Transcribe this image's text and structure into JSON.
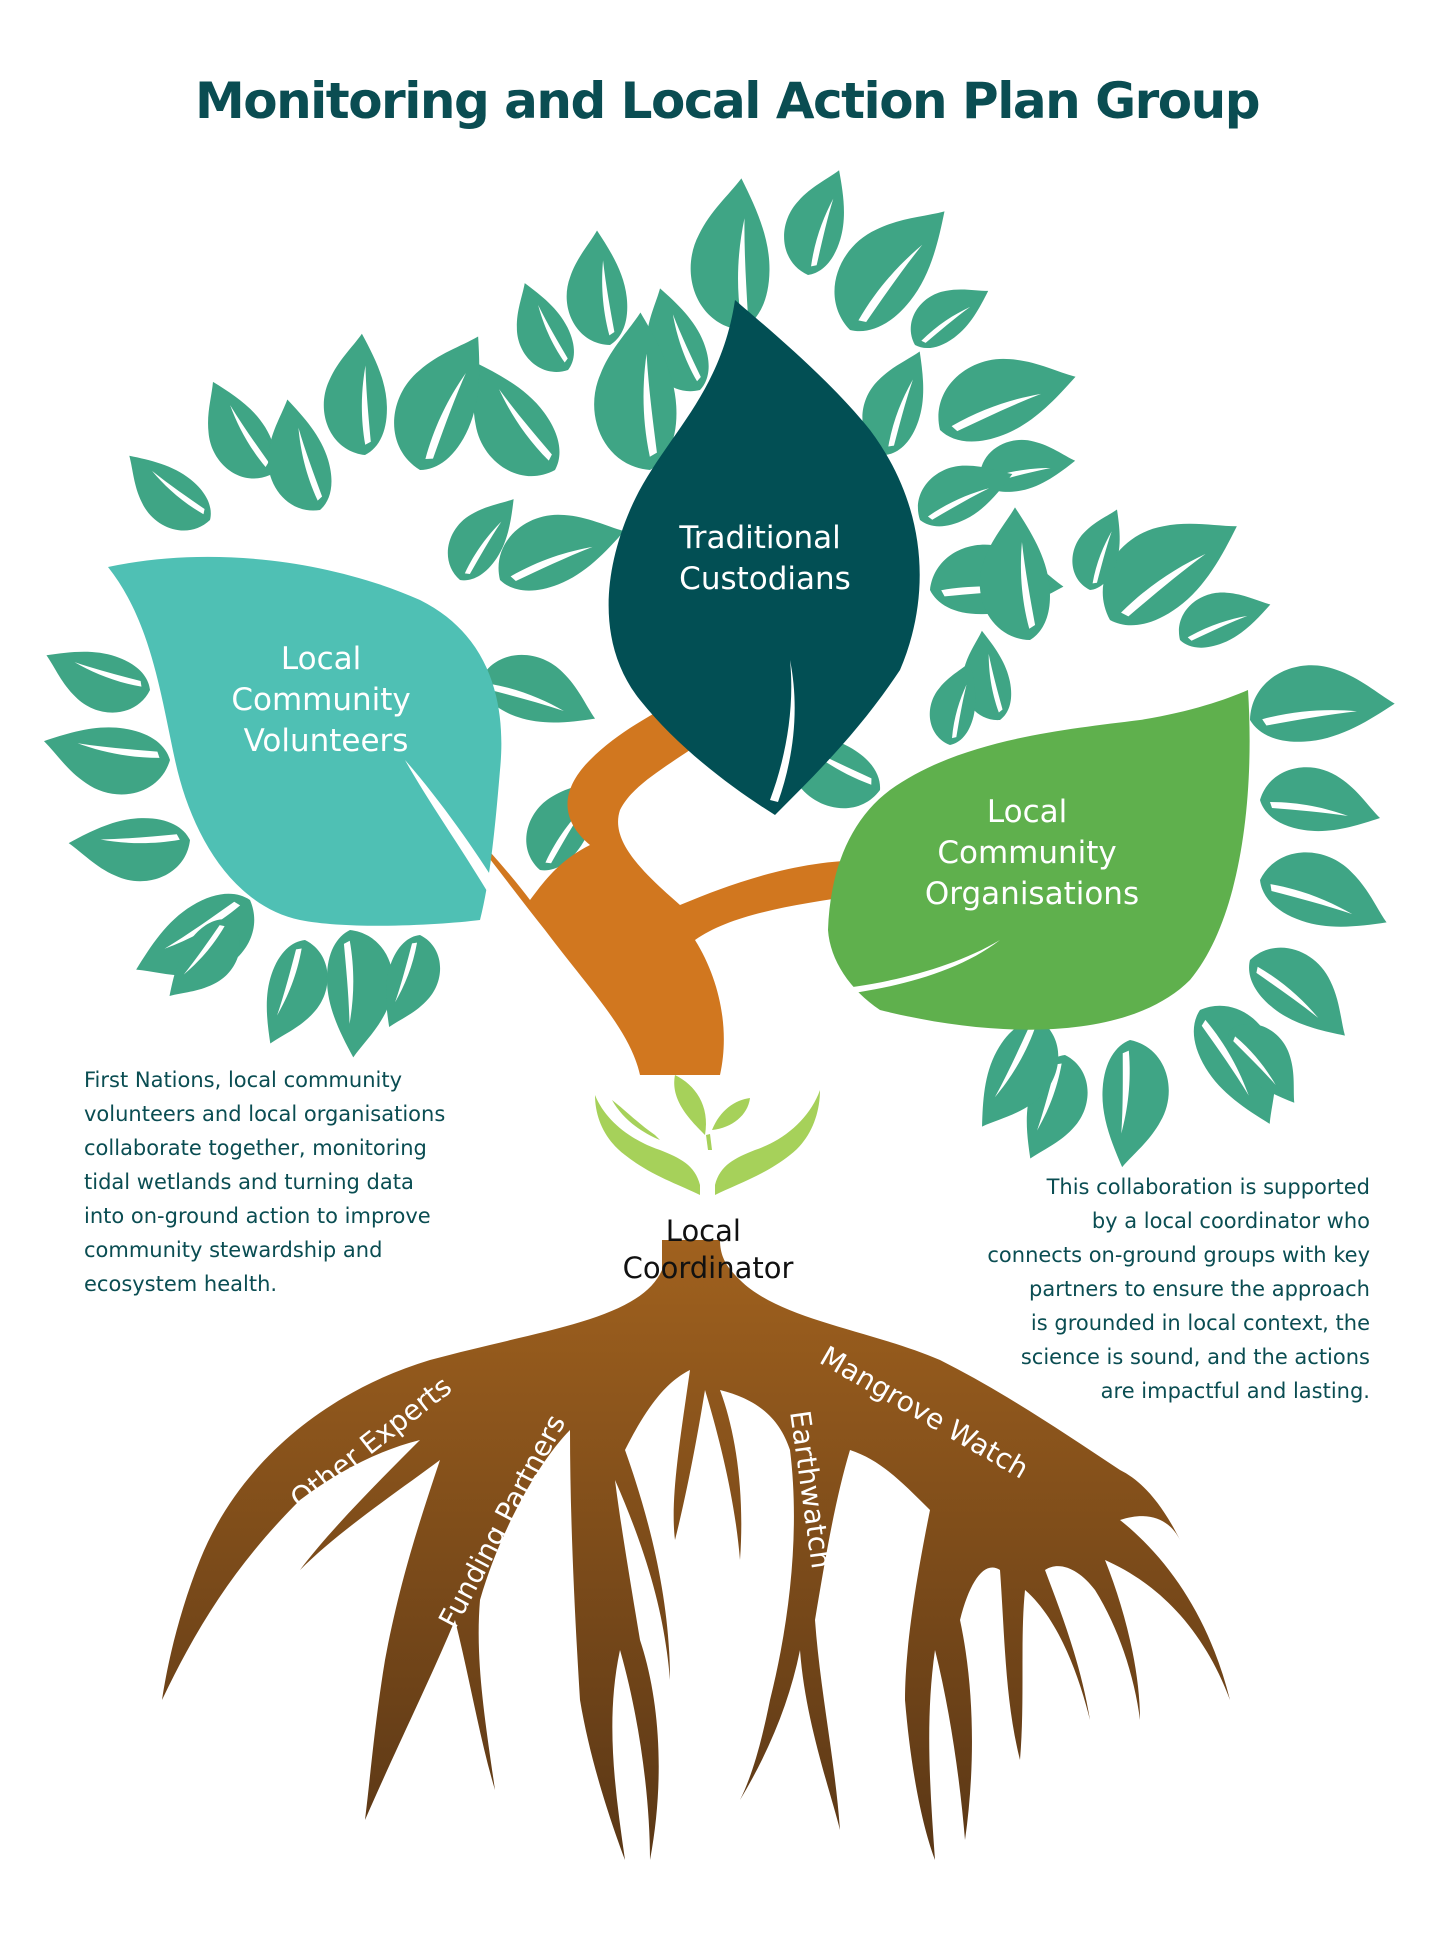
{
  "title": "Monitoring and  Local Action Plan Group",
  "colors": {
    "title": "#0a4d52",
    "bg_leaf": "#3fa585",
    "volunteers_leaf": "#4fc0b4",
    "custodians_leaf": "#024f54",
    "organisations_leaf": "#5fb04d",
    "trunk": "#d1771f",
    "root_top": "#a0611e",
    "root_bottom": "#5a3716",
    "hands": "#a6d15a"
  },
  "leaves": {
    "volunteers": {
      "lines": [
        "Local",
        "Community",
        "Volunteers"
      ],
      "icon": "leaf-icon"
    },
    "custodians": {
      "lines": [
        "Traditional",
        "Custodians"
      ],
      "icon": "leaf-icon"
    },
    "organisations": {
      "lines": [
        "Local",
        "Community",
        "Organisations"
      ],
      "icon": "leaf-icon"
    }
  },
  "coordinator": {
    "lines": [
      "Local",
      "Coordinator"
    ],
    "icon": "hands-seedling-icon"
  },
  "roots": [
    {
      "label": "Other Experts"
    },
    {
      "label": "Funding Partners"
    },
    {
      "label": "Earthwatch"
    },
    {
      "label": "Mangrove Watch"
    }
  ],
  "descriptions": {
    "left": [
      "First Nations, local community",
      "volunteers and local organisations",
      "collaborate together, monitoring",
      "tidal wetlands and turning data",
      "into on-ground action to improve",
      "community stewardship and",
      "ecosystem health."
    ],
    "right": [
      "This collaboration is supported",
      "by a local coordinator who",
      "connects on-ground groups with key",
      "partners to ensure the approach",
      "is grounded in local context, the",
      "science is sound, and the actions",
      "are impactful and lasting."
    ]
  }
}
